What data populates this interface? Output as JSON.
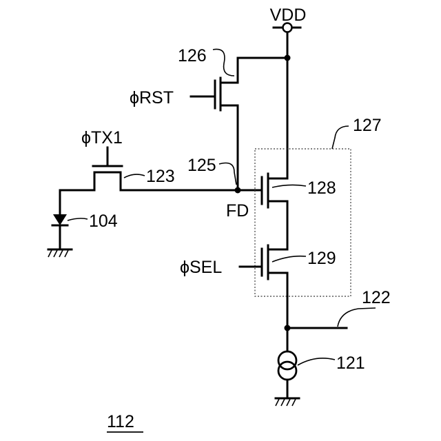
{
  "labels": {
    "vdd": "VDD",
    "reset_gate": "ϕRST",
    "transfer_gate": "ϕTX1",
    "select_gate": "ϕSEL",
    "floating_diffusion": "FD",
    "ref_reset_transistor": "126",
    "ref_amp_block": "127",
    "ref_amp_transistor": "128",
    "ref_select_transistor": "129",
    "ref_transfer_transistor": "123",
    "ref_fd_node": "125",
    "ref_photodiode": "104",
    "ref_output_line": "122",
    "ref_current_source": "121",
    "ref_pixel_circuit": "112"
  }
}
